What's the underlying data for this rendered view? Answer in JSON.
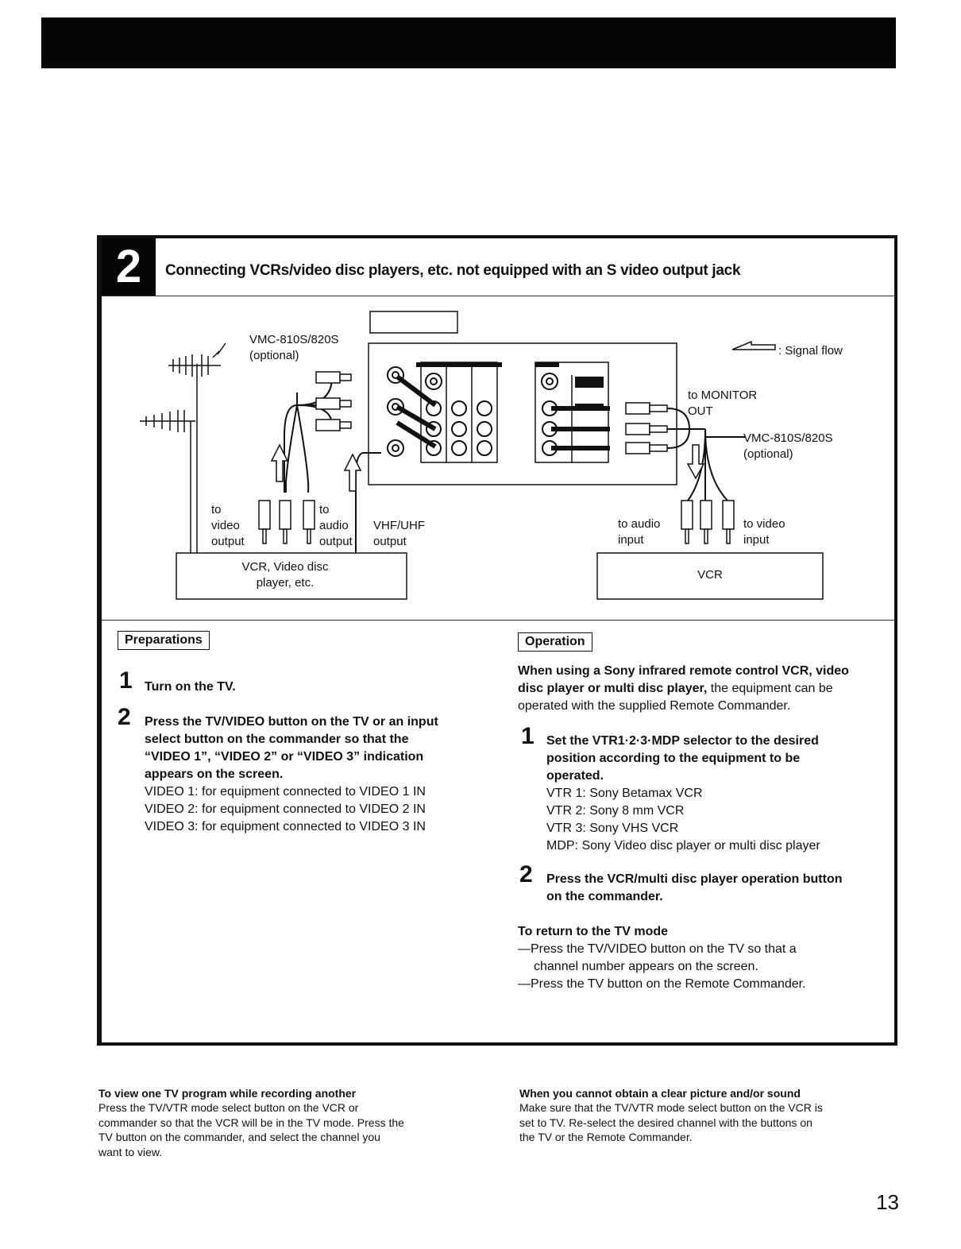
{
  "section": {
    "number": "2",
    "title": "Connecting VCRs/video disc players, etc. not equipped with an S video output jack"
  },
  "diagram": {
    "signal_flow": ": Signal flow",
    "cable_left_1": "VMC-810S/820S",
    "cable_left_2": "(optional)",
    "cable_right_1": "VMC-810S/820S",
    "cable_right_2": "(optional)",
    "to_monitor_1": "to MONITOR",
    "to_monitor_2": "OUT",
    "to_video_output_1": "to",
    "to_video_output_2": "video",
    "to_video_output_3": "output",
    "to_audio_output_1": "to",
    "to_audio_output_2": "audio",
    "to_audio_output_3": "output",
    "vhf_uhf_1": "VHF/UHF",
    "vhf_uhf_2": "output",
    "to_audio_input_1": "to audio",
    "to_audio_input_2": "input",
    "to_video_input_1": "to video",
    "to_video_input_2": "input",
    "left_device_1": "VCR, Video disc",
    "left_device_2": "player, etc.",
    "right_device": "VCR"
  },
  "preparations": {
    "heading": "Preparations",
    "step1": "Turn on the TV.",
    "step2_lines": [
      "Press the TV/VIDEO button on the TV or an input",
      "select button on the commander so that the",
      "“VIDEO 1”, “VIDEO 2” or “VIDEO 3” indication",
      "appears on the screen."
    ],
    "video_lines": [
      "VIDEO 1: for equipment connected to VIDEO 1 IN",
      "VIDEO 2: for equipment connected to VIDEO 2 IN",
      "VIDEO 3: for equipment connected to VIDEO 3 IN"
    ]
  },
  "operation": {
    "heading": "Operation",
    "intro_bold_1": "When using a Sony infrared remote control VCR, video",
    "intro_bold_2": "disc player or multi disc player,",
    "intro_rest_2": " the equipment can be",
    "intro_line_3": "operated with the supplied Remote Commander.",
    "step1_lines": [
      "Set the VTR1·2·3·MDP selector to the desired",
      "position according to the equipment to be",
      "operated."
    ],
    "vtr_lines": [
      "VTR 1: Sony Betamax VCR",
      "VTR 2: Sony 8 mm VCR",
      "VTR 3: Sony VHS VCR",
      "MDP: Sony Video disc player or multi disc player"
    ],
    "step2_lines": [
      "Press the VCR/multi disc player operation button",
      "on the commander."
    ],
    "return_heading": "To return to the TV mode",
    "return_lines": [
      "—Press the TV/VIDEO button on the TV so that a",
      "channel number appears on the screen.",
      "—Press the TV button on the Remote Commander."
    ]
  },
  "footer_left": {
    "title": "To view one TV program while recording another",
    "lines": [
      "Press the TV/VTR mode select button on the VCR or",
      "commander so that the VCR will be in the TV mode. Press the",
      "TV button on the commander, and select the channel you",
      "want to view."
    ]
  },
  "footer_right": {
    "title": "When you cannot obtain a clear picture and/or sound",
    "lines": [
      "Make sure that the TV/VTR mode select button on the VCR is",
      "set to TV. Re-select the desired channel with the buttons on",
      "the TV or the Remote Commander."
    ]
  },
  "page_number": "13"
}
